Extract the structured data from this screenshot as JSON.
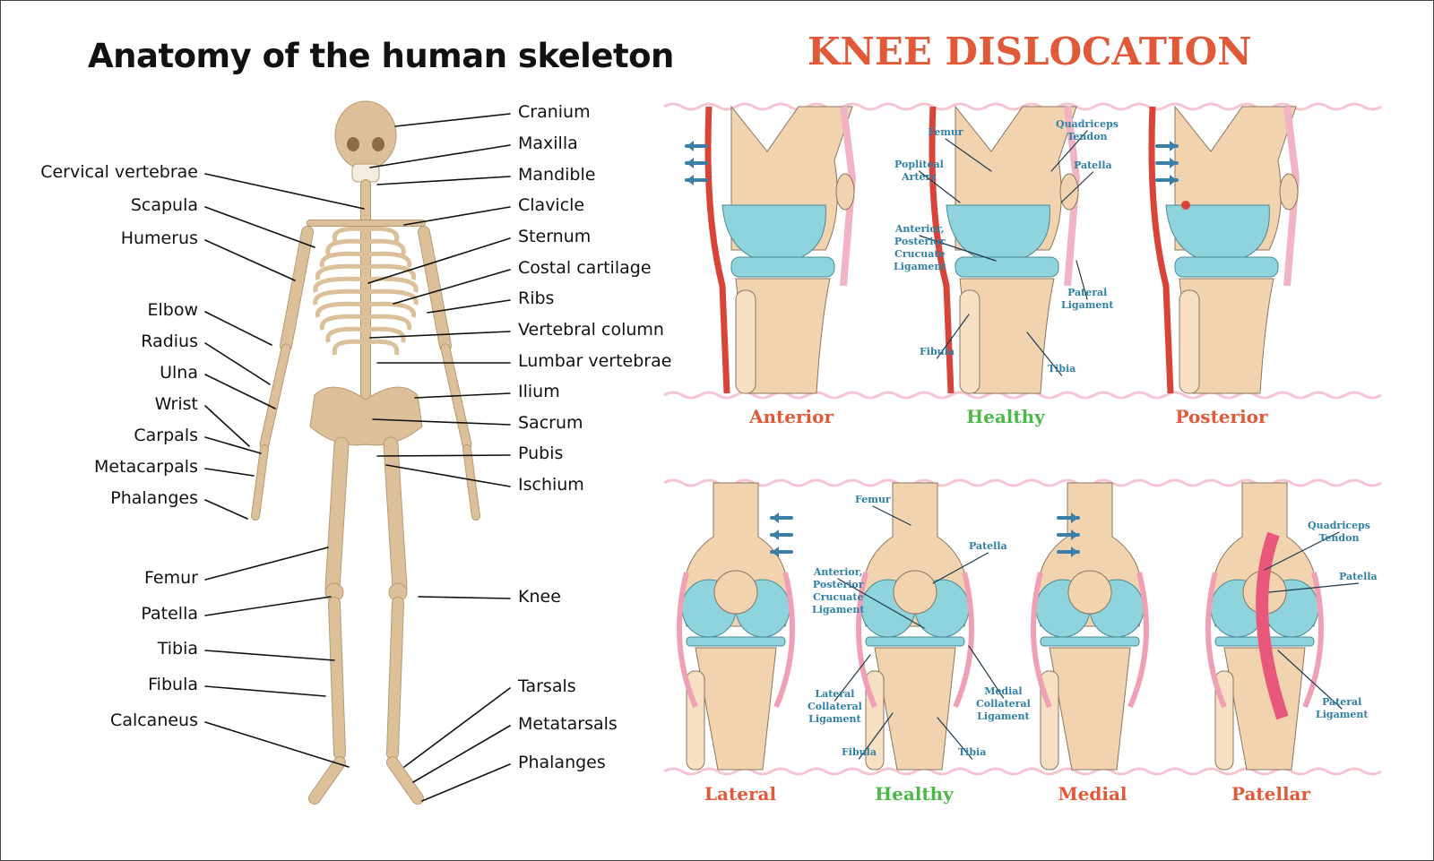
{
  "skeleton": {
    "title": "Anatomy of the human skeleton",
    "left_labels": [
      "Cervical vertebrae",
      "Scapula",
      "Humerus",
      "Elbow",
      "Radius",
      "Ulna",
      "Wrist",
      "Carpals",
      "Metacarpals",
      "Phalanges",
      "Femur",
      "Patella",
      "Tibia",
      "Fibula",
      "Calcaneus"
    ],
    "right_labels": [
      "Cranium",
      "Maxilla",
      "Mandible",
      "Clavicle",
      "Sternum",
      "Costal cartilage",
      "Ribs",
      "Vertebral column",
      "Lumbar vertebrae",
      "Ilium",
      "Sacrum",
      "Pubis",
      "Ischium",
      "Knee",
      "Tarsals",
      "Metatarsals",
      "Phalanges"
    ]
  },
  "knee": {
    "title": "KNEE DISLOCATION",
    "top_captions": [
      {
        "text": "Anterior",
        "color": "#e05a3a"
      },
      {
        "text": "Healthy",
        "color": "#4cb848"
      },
      {
        "text": "Posterior",
        "color": "#e05a3a"
      }
    ],
    "bottom_captions": [
      {
        "text": "Lateral",
        "color": "#e05a3a"
      },
      {
        "text": "Healthy",
        "color": "#4cb848"
      },
      {
        "text": "Medial",
        "color": "#e05a3a"
      },
      {
        "text": "Patellar",
        "color": "#e05a3a"
      }
    ],
    "side_labels": [
      "Femur",
      "Quadriceps\nTendon",
      "Popliteal\nArtery",
      "Patella",
      "Anterior,\nPosterior\nCrucuate\nLigament",
      "Pateral\nLigament",
      "Fibula",
      "Tibia"
    ],
    "front_labels": [
      "Femur",
      "Patella",
      "Anterior,\nPosterior\nCrucuate\nLigament",
      "Lateral\nCollateral\nLigament",
      "Medial\nCollateral\nLigament",
      "Fibula",
      "Tibia"
    ],
    "patellar_labels": [
      "Quadriceps\nTendon",
      "Patella",
      "Pateral\nLigament"
    ]
  },
  "colors": {
    "bone": "#f2d3b0",
    "cartilage": "#8fd3dc",
    "artery": "#d9443a",
    "ligament": "#e8587a",
    "label": "#2f7fa6",
    "arrow": "#3a7fa8"
  }
}
